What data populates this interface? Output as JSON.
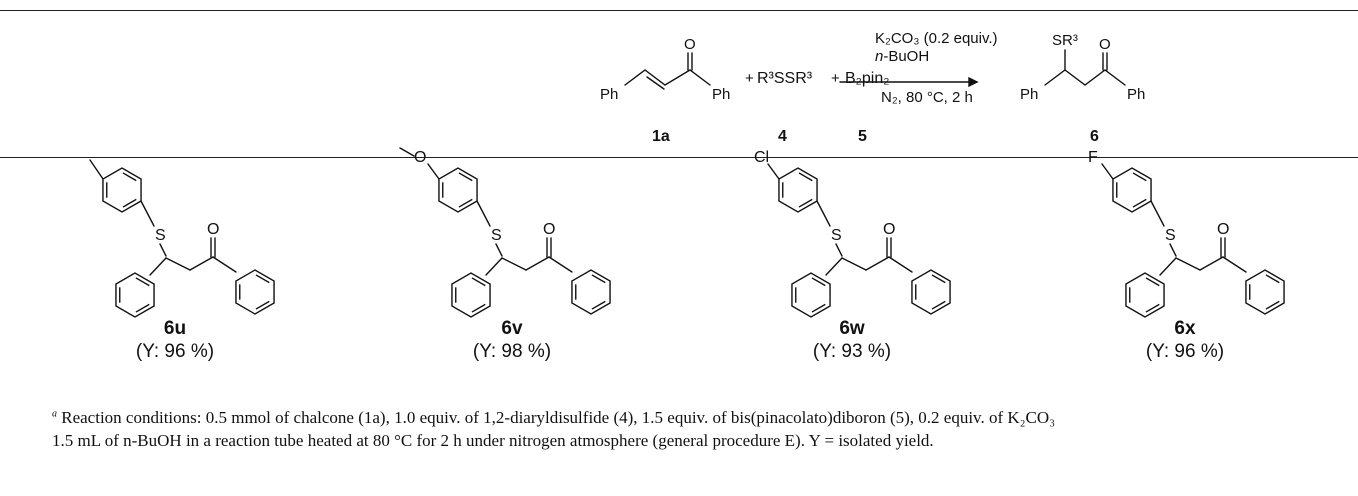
{
  "reaction": {
    "reactant1_label": "1a",
    "plus1": "+",
    "reactant2": "R³SSR³",
    "reactant2_label": "4",
    "plus2": "+",
    "reactant3": "B₂pin₂",
    "reactant3_label": "5",
    "condition1": "K₂CO₃ (0.2 equiv.)",
    "condition2_italic": "n",
    "condition2_rest": "-BuOH",
    "condition3": "N₂, 80 °C, 2 h",
    "product_label": "6",
    "atoms": {
      "ph": "Ph",
      "o": "O",
      "sr3": "SR³"
    }
  },
  "products": [
    {
      "name": "6u",
      "yield": "(Y: 96 %)",
      "substituent": "methyl"
    },
    {
      "name": "6v",
      "yield": "(Y: 98 %)",
      "substituent": "O"
    },
    {
      "name": "6w",
      "yield": "(Y: 93 %)",
      "substituent": "Cl"
    },
    {
      "name": "6x",
      "yield": "(Y: 96 %)",
      "substituent": "F"
    }
  ],
  "footnote": {
    "marker": "a",
    "line1": "Reaction conditions: 0.5 mmol of chalcone (1a), 1.0 equiv. of 1,2-diaryldisulfide (4), 1.5 equiv. of bis(pinacolato)diboron (5), 0.2 equiv. of K₂CO₃",
    "line2": "1.5 mL of n-BuOH in a reaction tube heated at 80 °C for 2 h under nitrogen atmosphere (general procedure E). Y = isolated yield."
  }
}
